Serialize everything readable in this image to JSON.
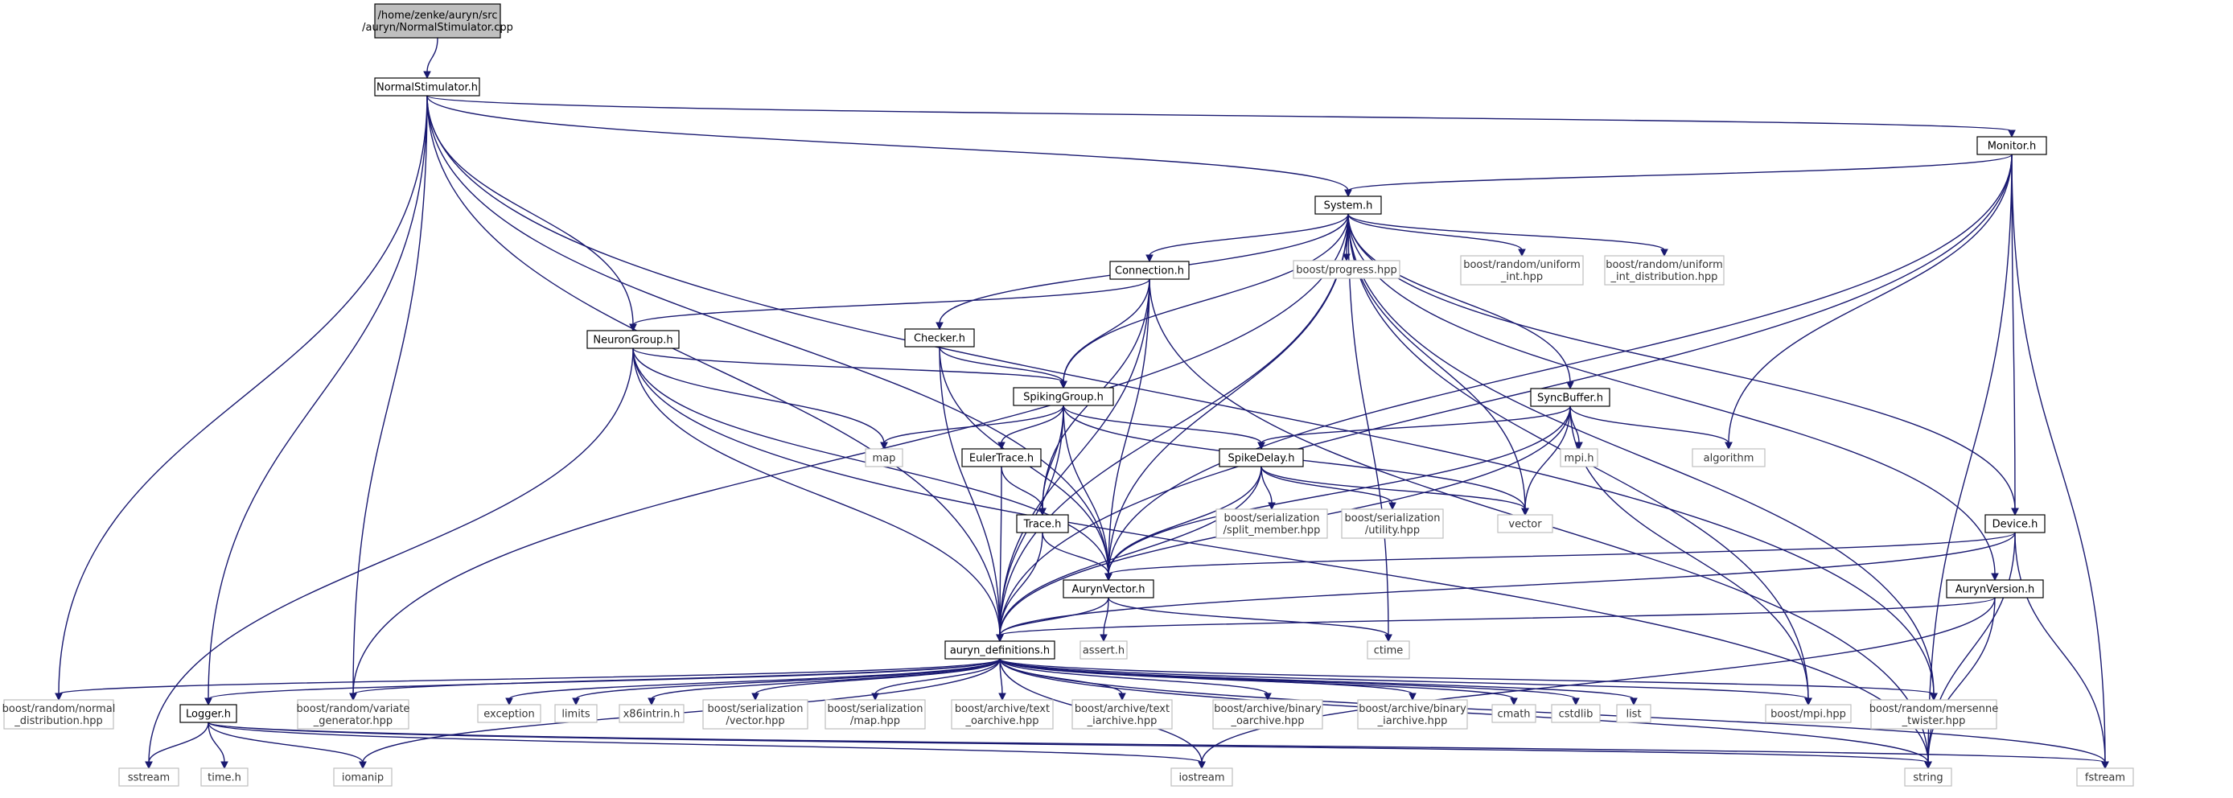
{
  "colors": {
    "edge": "#191970",
    "root_fill": "#bfbfbf",
    "root_stroke": "#000000",
    "local_stroke": "#000000",
    "external_stroke": "#bfbfbf",
    "text_local": "#000000",
    "text_external": "#333333"
  },
  "nodes": {
    "root": {
      "lines": [
        "/home/zenke/auryn/src",
        "/auryn/NormalStimulator.cpp"
      ],
      "kind": "root"
    },
    "normalstim": {
      "lines": [
        "NormalStimulator.h"
      ],
      "kind": "local"
    },
    "monitor": {
      "lines": [
        "Monitor.h"
      ],
      "kind": "local"
    },
    "system": {
      "lines": [
        "System.h"
      ],
      "kind": "local"
    },
    "bprogress": {
      "lines": [
        "boost/progress.hpp"
      ],
      "kind": "external"
    },
    "buniformint": {
      "lines": [
        "boost/random/uniform",
        "_int.hpp"
      ],
      "kind": "external"
    },
    "buniformintdist": {
      "lines": [
        "boost/random/uniform",
        "_int_distribution.hpp"
      ],
      "kind": "external"
    },
    "connection": {
      "lines": [
        "Connection.h"
      ],
      "kind": "local"
    },
    "neurongroup": {
      "lines": [
        "NeuronGroup.h"
      ],
      "kind": "local"
    },
    "checker": {
      "lines": [
        "Checker.h"
      ],
      "kind": "local"
    },
    "spikinggroup": {
      "lines": [
        "SpikingGroup.h"
      ],
      "kind": "local"
    },
    "syncbuffer": {
      "lines": [
        "SyncBuffer.h"
      ],
      "kind": "local"
    },
    "map": {
      "lines": [
        "map"
      ],
      "kind": "external"
    },
    "eulertrace": {
      "lines": [
        "EulerTrace.h"
      ],
      "kind": "local"
    },
    "spikedelay": {
      "lines": [
        "SpikeDelay.h"
      ],
      "kind": "local"
    },
    "mpih": {
      "lines": [
        "mpi.h"
      ],
      "kind": "external"
    },
    "algorithm": {
      "lines": [
        "algorithm"
      ],
      "kind": "external"
    },
    "trace": {
      "lines": [
        "Trace.h"
      ],
      "kind": "local"
    },
    "splitmember": {
      "lines": [
        "boost/serialization",
        "/split_member.hpp"
      ],
      "kind": "external"
    },
    "serutility": {
      "lines": [
        "boost/serialization",
        "/utility.hpp"
      ],
      "kind": "external"
    },
    "vector": {
      "lines": [
        "vector"
      ],
      "kind": "external"
    },
    "device": {
      "lines": [
        "Device.h"
      ],
      "kind": "local"
    },
    "aurynvector": {
      "lines": [
        "AurynVector.h"
      ],
      "kind": "local"
    },
    "aurynversion": {
      "lines": [
        "AurynVersion.h"
      ],
      "kind": "local"
    },
    "auryndefs": {
      "lines": [
        "auryn_definitions.h"
      ],
      "kind": "local"
    },
    "asserth": {
      "lines": [
        "assert.h"
      ],
      "kind": "external"
    },
    "ctime": {
      "lines": [
        "ctime"
      ],
      "kind": "external"
    },
    "bnormal": {
      "lines": [
        "boost/random/normal",
        "_distribution.hpp"
      ],
      "kind": "external"
    },
    "logger": {
      "lines": [
        "Logger.h"
      ],
      "kind": "local"
    },
    "bvariate": {
      "lines": [
        "boost/random/variate",
        "_generator.hpp"
      ],
      "kind": "external"
    },
    "exception": {
      "lines": [
        "exception"
      ],
      "kind": "external"
    },
    "limits": {
      "lines": [
        "limits"
      ],
      "kind": "external"
    },
    "x86intrin": {
      "lines": [
        "x86intrin.h"
      ],
      "kind": "external"
    },
    "servector": {
      "lines": [
        "boost/serialization",
        "/vector.hpp"
      ],
      "kind": "external"
    },
    "sermap": {
      "lines": [
        "boost/serialization",
        "/map.hpp"
      ],
      "kind": "external"
    },
    "textoarchive": {
      "lines": [
        "boost/archive/text",
        "_oarchive.hpp"
      ],
      "kind": "external"
    },
    "textiarchive": {
      "lines": [
        "boost/archive/text",
        "_iarchive.hpp"
      ],
      "kind": "external"
    },
    "binoarchive": {
      "lines": [
        "boost/archive/binary",
        "_oarchive.hpp"
      ],
      "kind": "external"
    },
    "biniarchive": {
      "lines": [
        "boost/archive/binary",
        "_iarchive.hpp"
      ],
      "kind": "external"
    },
    "cmath": {
      "lines": [
        "cmath"
      ],
      "kind": "external"
    },
    "cstdlib": {
      "lines": [
        "cstdlib"
      ],
      "kind": "external"
    },
    "list": {
      "lines": [
        "list"
      ],
      "kind": "external"
    },
    "bmpi": {
      "lines": [
        "boost/mpi.hpp"
      ],
      "kind": "external"
    },
    "bmersenne": {
      "lines": [
        "boost/random/mersenne",
        "_twister.hpp"
      ],
      "kind": "external"
    },
    "sstream": {
      "lines": [
        "sstream"
      ],
      "kind": "external"
    },
    "timeh": {
      "lines": [
        "time.h"
      ],
      "kind": "external"
    },
    "iomanip": {
      "lines": [
        "iomanip"
      ],
      "kind": "external"
    },
    "iostream": {
      "lines": [
        "iostream"
      ],
      "kind": "external"
    },
    "fstream": {
      "lines": [
        "fstream"
      ],
      "kind": "external"
    },
    "string": {
      "lines": [
        "string"
      ],
      "kind": "external"
    }
  },
  "edges": [
    [
      "root",
      "normalstim"
    ],
    [
      "normalstim",
      "monitor"
    ],
    [
      "normalstim",
      "system"
    ],
    [
      "normalstim",
      "neurongroup"
    ],
    [
      "normalstim",
      "bnormal"
    ],
    [
      "normalstim",
      "logger"
    ],
    [
      "normalstim",
      "bvariate"
    ],
    [
      "normalstim",
      "auryndefs"
    ],
    [
      "normalstim",
      "aurynvector"
    ],
    [
      "normalstim",
      "bmersenne"
    ],
    [
      "monitor",
      "system"
    ],
    [
      "monitor",
      "algorithm"
    ],
    [
      "monitor",
      "device"
    ],
    [
      "monitor",
      "aurynvector"
    ],
    [
      "monitor",
      "auryndefs"
    ],
    [
      "monitor",
      "fstream"
    ],
    [
      "monitor",
      "string"
    ],
    [
      "system",
      "bprogress"
    ],
    [
      "system",
      "buniformint"
    ],
    [
      "system",
      "buniformintdist"
    ],
    [
      "system",
      "connection"
    ],
    [
      "system",
      "checker"
    ],
    [
      "system",
      "spikinggroup"
    ],
    [
      "system",
      "syncbuffer"
    ],
    [
      "system",
      "vector"
    ],
    [
      "system",
      "device"
    ],
    [
      "system",
      "aurynversion"
    ],
    [
      "system",
      "bmpi"
    ],
    [
      "system",
      "bmersenne"
    ],
    [
      "system",
      "ctime"
    ],
    [
      "system",
      "aurynvector"
    ],
    [
      "system",
      "auryndefs"
    ],
    [
      "system",
      "bvariate"
    ],
    [
      "connection",
      "neurongroup"
    ],
    [
      "connection",
      "spikinggroup"
    ],
    [
      "connection",
      "trace"
    ],
    [
      "connection",
      "aurynvector"
    ],
    [
      "connection",
      "auryndefs"
    ],
    [
      "connection",
      "string"
    ],
    [
      "neurongroup",
      "spikinggroup"
    ],
    [
      "neurongroup",
      "map"
    ],
    [
      "neurongroup",
      "aurynvector"
    ],
    [
      "neurongroup",
      "auryndefs"
    ],
    [
      "neurongroup",
      "sstream"
    ],
    [
      "neurongroup",
      "string"
    ],
    [
      "checker",
      "spikinggroup"
    ],
    [
      "checker",
      "aurynvector"
    ],
    [
      "checker",
      "auryndefs"
    ],
    [
      "spikinggroup",
      "map"
    ],
    [
      "spikinggroup",
      "eulertrace"
    ],
    [
      "spikinggroup",
      "spikedelay"
    ],
    [
      "spikinggroup",
      "trace"
    ],
    [
      "spikinggroup",
      "aurynvector"
    ],
    [
      "spikinggroup",
      "auryndefs"
    ],
    [
      "spikinggroup",
      "vector"
    ],
    [
      "syncbuffer",
      "spikedelay"
    ],
    [
      "syncbuffer",
      "mpih"
    ],
    [
      "syncbuffer",
      "algorithm"
    ],
    [
      "syncbuffer",
      "vector"
    ],
    [
      "syncbuffer",
      "aurynvector"
    ],
    [
      "syncbuffer",
      "auryndefs"
    ],
    [
      "syncbuffer",
      "bmpi"
    ],
    [
      "eulertrace",
      "trace"
    ],
    [
      "eulertrace",
      "auryndefs"
    ],
    [
      "spikedelay",
      "splitmember"
    ],
    [
      "spikedelay",
      "serutility"
    ],
    [
      "spikedelay",
      "vector"
    ],
    [
      "spikedelay",
      "aurynvector"
    ],
    [
      "spikedelay",
      "auryndefs"
    ],
    [
      "trace",
      "aurynvector"
    ],
    [
      "trace",
      "auryndefs"
    ],
    [
      "device",
      "aurynvector"
    ],
    [
      "device",
      "auryndefs"
    ],
    [
      "device",
      "fstream"
    ],
    [
      "device",
      "string"
    ],
    [
      "aurynversion",
      "auryndefs"
    ],
    [
      "aurynversion",
      "iostream"
    ],
    [
      "aurynversion",
      "string"
    ],
    [
      "aurynvector",
      "auryndefs"
    ],
    [
      "aurynvector",
      "asserth"
    ],
    [
      "aurynvector",
      "ctime"
    ],
    [
      "auryndefs",
      "bnormal"
    ],
    [
      "auryndefs",
      "logger"
    ],
    [
      "auryndefs",
      "bvariate"
    ],
    [
      "auryndefs",
      "exception"
    ],
    [
      "auryndefs",
      "limits"
    ],
    [
      "auryndefs",
      "x86intrin"
    ],
    [
      "auryndefs",
      "servector"
    ],
    [
      "auryndefs",
      "sermap"
    ],
    [
      "auryndefs",
      "textoarchive"
    ],
    [
      "auryndefs",
      "textiarchive"
    ],
    [
      "auryndefs",
      "binoarchive"
    ],
    [
      "auryndefs",
      "biniarchive"
    ],
    [
      "auryndefs",
      "cmath"
    ],
    [
      "auryndefs",
      "cstdlib"
    ],
    [
      "auryndefs",
      "list"
    ],
    [
      "auryndefs",
      "bmpi"
    ],
    [
      "auryndefs",
      "bmersenne"
    ],
    [
      "auryndefs",
      "iomanip"
    ],
    [
      "auryndefs",
      "iostream"
    ],
    [
      "auryndefs",
      "fstream"
    ],
    [
      "auryndefs",
      "string"
    ],
    [
      "logger",
      "sstream"
    ],
    [
      "logger",
      "timeh"
    ],
    [
      "logger",
      "iomanip"
    ],
    [
      "logger",
      "iostream"
    ],
    [
      "logger",
      "fstream"
    ],
    [
      "logger",
      "string"
    ]
  ]
}
